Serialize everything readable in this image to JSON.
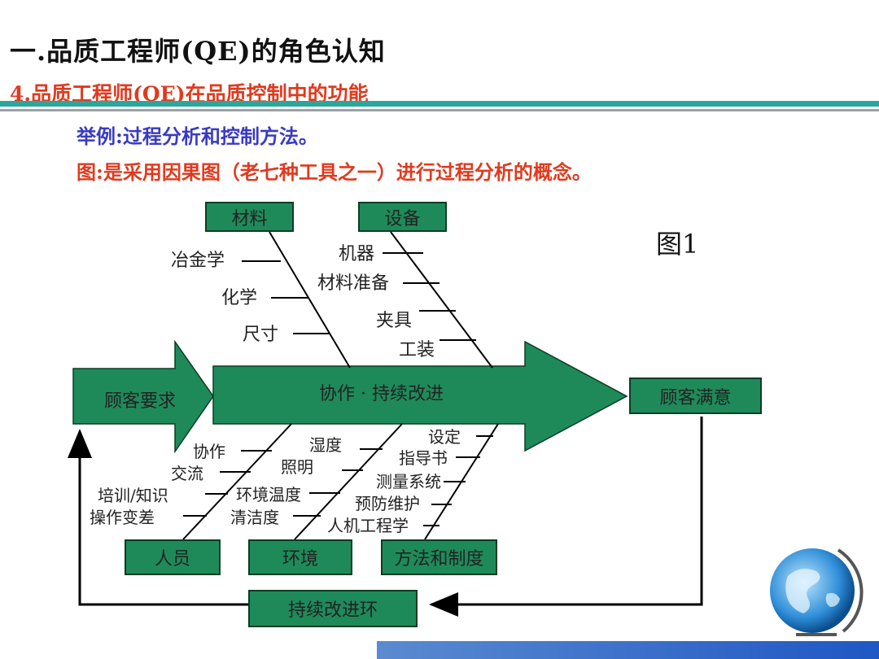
{
  "header": {
    "title": "一.品质工程师(QE)的角色认知",
    "subtitle": "4.品质工程师(QE)在品质控制中的功能"
  },
  "body": {
    "example": "举例:过程分析和控制方法。",
    "caption": "图:是采用因果图（老七种工具之一）进行过程分析的概念。"
  },
  "diagram": {
    "figure_label": "图1",
    "input": "顾客要求",
    "main_arrow": "协作 · 持续改进",
    "output": "顾客满意",
    "loop": "持续改进环",
    "top_categories": [
      {
        "name": "材料",
        "causes": [
          "冶金学",
          "化学",
          "尺寸"
        ]
      },
      {
        "name": "设备",
        "causes": [
          "机器",
          "材料准备",
          "夹具",
          "工装"
        ]
      }
    ],
    "bottom_categories": [
      {
        "name": "人员",
        "causes": [
          "协作",
          "交流",
          "培训/知识",
          "操作变差"
        ]
      },
      {
        "name": "环境",
        "causes": [
          "湿度",
          "照明",
          "环境温度",
          "清洁度"
        ]
      },
      {
        "name": "方法和制度",
        "causes": [
          "设定",
          "指导书",
          "测量系统",
          "预防维护",
          "人机工程学"
        ]
      }
    ],
    "colors": {
      "box_fill": "#1e8a5a",
      "box_border": "#0b3d22",
      "title_red": "#e03a1e",
      "text_blue": "#3a3ac6",
      "teal_rule": "#2aa79d"
    }
  }
}
